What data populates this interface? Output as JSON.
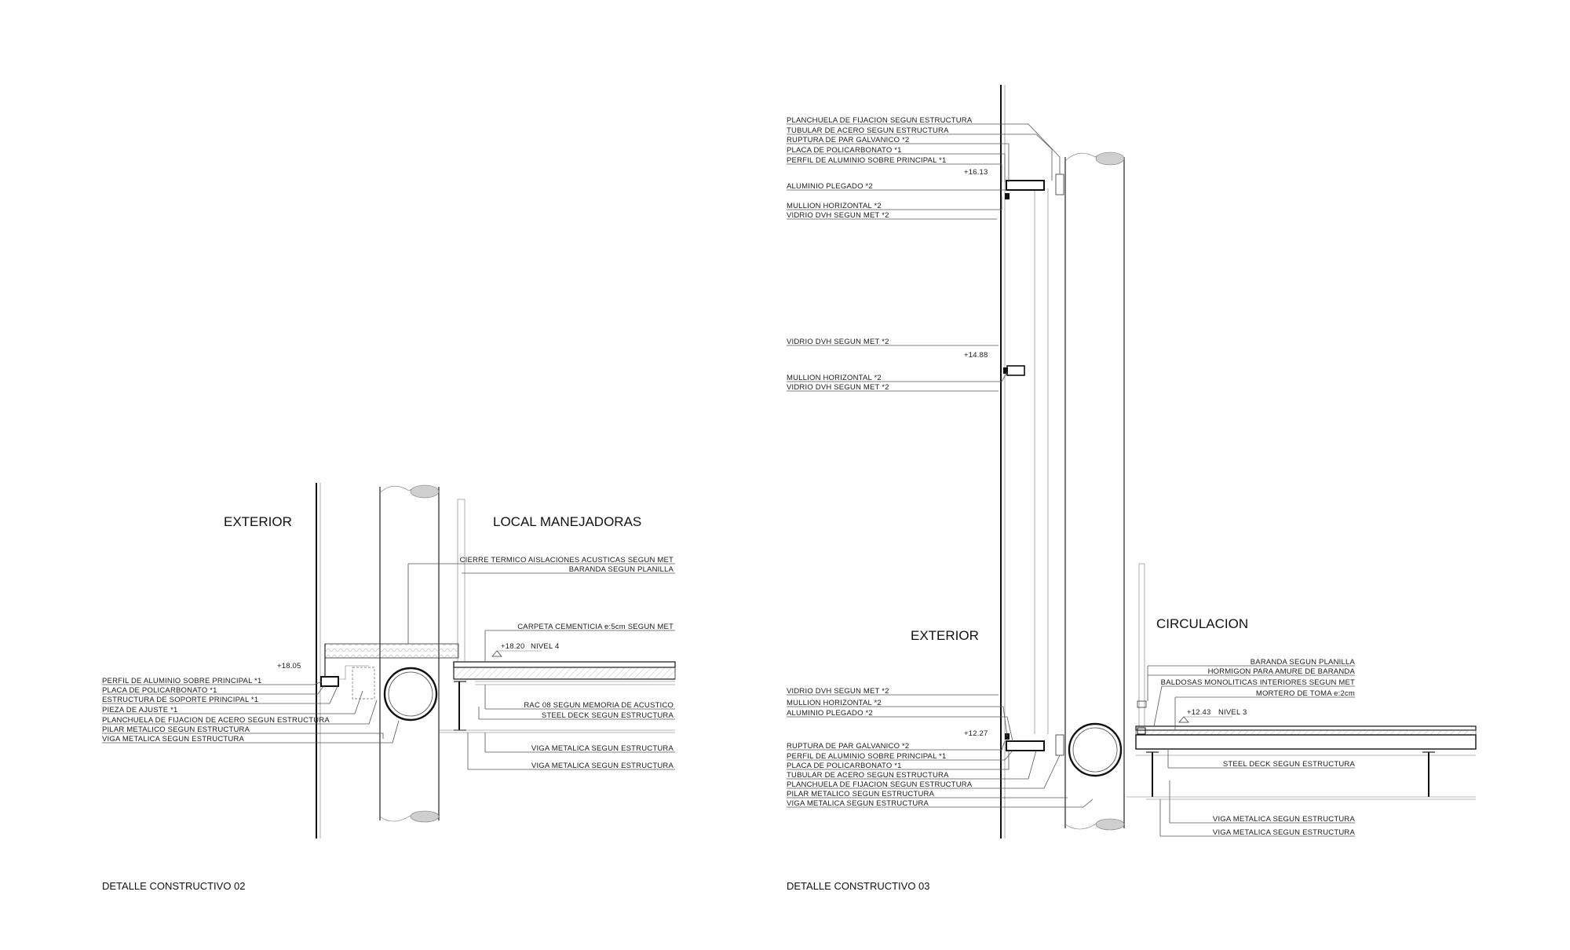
{
  "detail_02": {
    "title": "DETALLE CONSTRUCTIVO 02",
    "room_exterior": "EXTERIOR",
    "room_interior": "LOCAL MANEJADORAS",
    "level_value": "+18.20",
    "level_name": "NIVEL 4",
    "elevation": "+18.05",
    "labels_left": [
      "PERFIL DE ALUMINIO SOBRE PRINCIPAL *1",
      "PLACA DE POLICARBONATO *1",
      "ESTRUCTURA DE SOPORTE PRINCIPAL *1",
      "PIEZA DE AJUSTE *1",
      "PLANCHUELA DE FIJACION DE ACERO SEGUN ESTRUCTURA",
      "PILAR METALICO SEGUN ESTRUCTURA",
      "VIGA METALICA SEGUN ESTRUCTURA"
    ],
    "labels_right": [
      "CIERRE TERMICO AISLACIONES ACUSTICAS SEGUN MET",
      "BARANDA SEGUN PLANILLA",
      "CARPETA CEMENTICIA e:5cm SEGUN MET",
      "RAC 08 SEGUN MEMORIA DE ACUSTICO",
      "STEEL DECK SEGUN ESTRUCTURA",
      "VIGA METALICA SEGUN ESTRUCTURA",
      "VIGA METALICA SEGUN ESTRUCTURA"
    ]
  },
  "detail_03": {
    "title": "DETALLE CONSTRUCTIVO 03",
    "room_exterior": "EXTERIOR",
    "room_interior": "CIRCULACION",
    "level_value": "+12.43",
    "level_name": "NIVEL 3",
    "elevations": [
      "+16.13",
      "+14.88",
      "+12.27"
    ],
    "labels_top": [
      "PLANCHUELA DE FIJACION SEGUN ESTRUCTURA",
      "TUBULAR DE ACERO SEGUN ESTRUCTURA",
      "RUPTURA DE PAR GALVANICO *2",
      "PLACA DE POLICARBONATO *1",
      "PERFIL DE ALUMINIO SOBRE PRINCIPAL *1",
      "ALUMINIO PLEGADO *2",
      "MULLION HORIZONTAL *2",
      "VIDRIO DVH SEGUN MET *2"
    ],
    "labels_middle": [
      "VIDRIO DVH SEGUN MET *2",
      "MULLION HORIZONTAL *2",
      "VIDRIO DVH SEGUN MET *2"
    ],
    "labels_bottom_left": [
      "VIDRIO DVH SEGUN MET *2",
      "MULLION HORIZONTAL *2",
      "ALUMINIO PLEGADO *2",
      "RUPTURA DE PAR GALVANICO *2",
      "PERFIL DE ALUMINIO SOBRE PRINCIPAL *1",
      "PLACA DE POLICARBONATO *1",
      "TUBULAR DE ACERO SEGUN ESTRUCTURA",
      "PLANCHUELA DE FIJACION SEGUN ESTRUCTURA",
      "PILAR METALICO SEGUN ESTRUCTURA",
      "VIGA METALICA SEGUN ESTRUCTURA"
    ],
    "labels_right": [
      "BARANDA SEGUN PLANILLA",
      "HORMIGON PARA AMURE DE BARANDA",
      "BALDOSAS MONOLITICAS INTERIORES SEGUN MET",
      "MORTERO DE TOMA e:2cm",
      "STEEL DECK SEGUN ESTRUCTURA",
      "VIGA METALICA SEGUN ESTRUCTURA",
      "VIGA METALICA SEGUN ESTRUCTURA"
    ]
  }
}
